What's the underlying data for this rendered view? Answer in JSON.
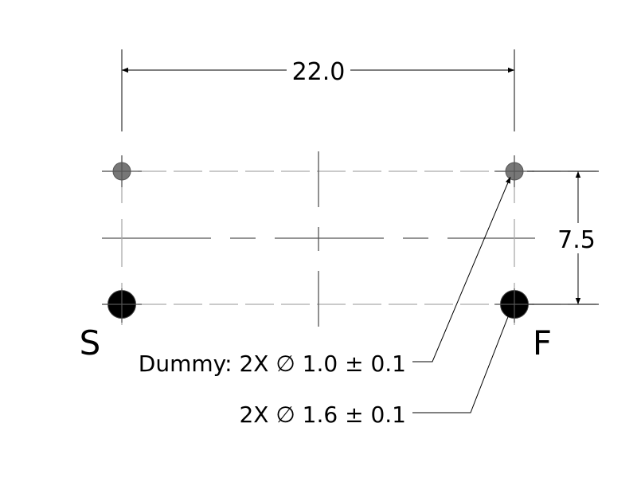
{
  "drawing": {
    "horizontal_dimension": "22.0",
    "vertical_dimension": "7.5",
    "label_start": "S",
    "label_finish": "F",
    "callout_dummy": "Dummy: 2X ∅ 1.0 ± 0.1",
    "callout_pins": "2X ∅ 1.6 ± 0.1",
    "colors": {
      "dummy_hole": "#777777",
      "pin_hole": "#000000",
      "centerline": "#aaaaaa",
      "line": "#333333"
    }
  }
}
